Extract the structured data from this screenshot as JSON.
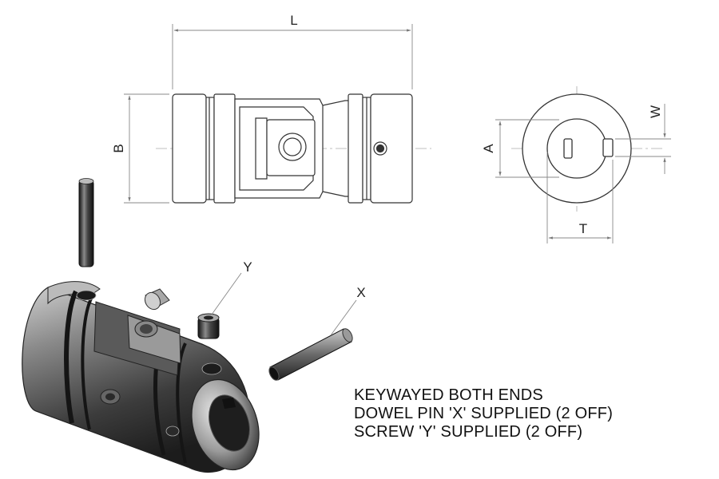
{
  "dimensions": {
    "length": "L",
    "body_diameter": "B",
    "bore": "A",
    "keyway_width": "W",
    "keyway_depth": "T"
  },
  "callouts": {
    "screw": "Y",
    "dowel_pin": "X"
  },
  "notes": [
    "KEYWAYED BOTH ENDS",
    "DOWEL PIN 'X' SUPPLIED (2 OFF)",
    "SCREW 'Y' SUPPLIED (2 OFF)"
  ],
  "colors": {
    "line": "#333333",
    "dim_line": "#888888",
    "metal_dark": "#2b2b2b",
    "metal_mid": "#6e6e6e",
    "metal_light": "#c8c8c8"
  }
}
